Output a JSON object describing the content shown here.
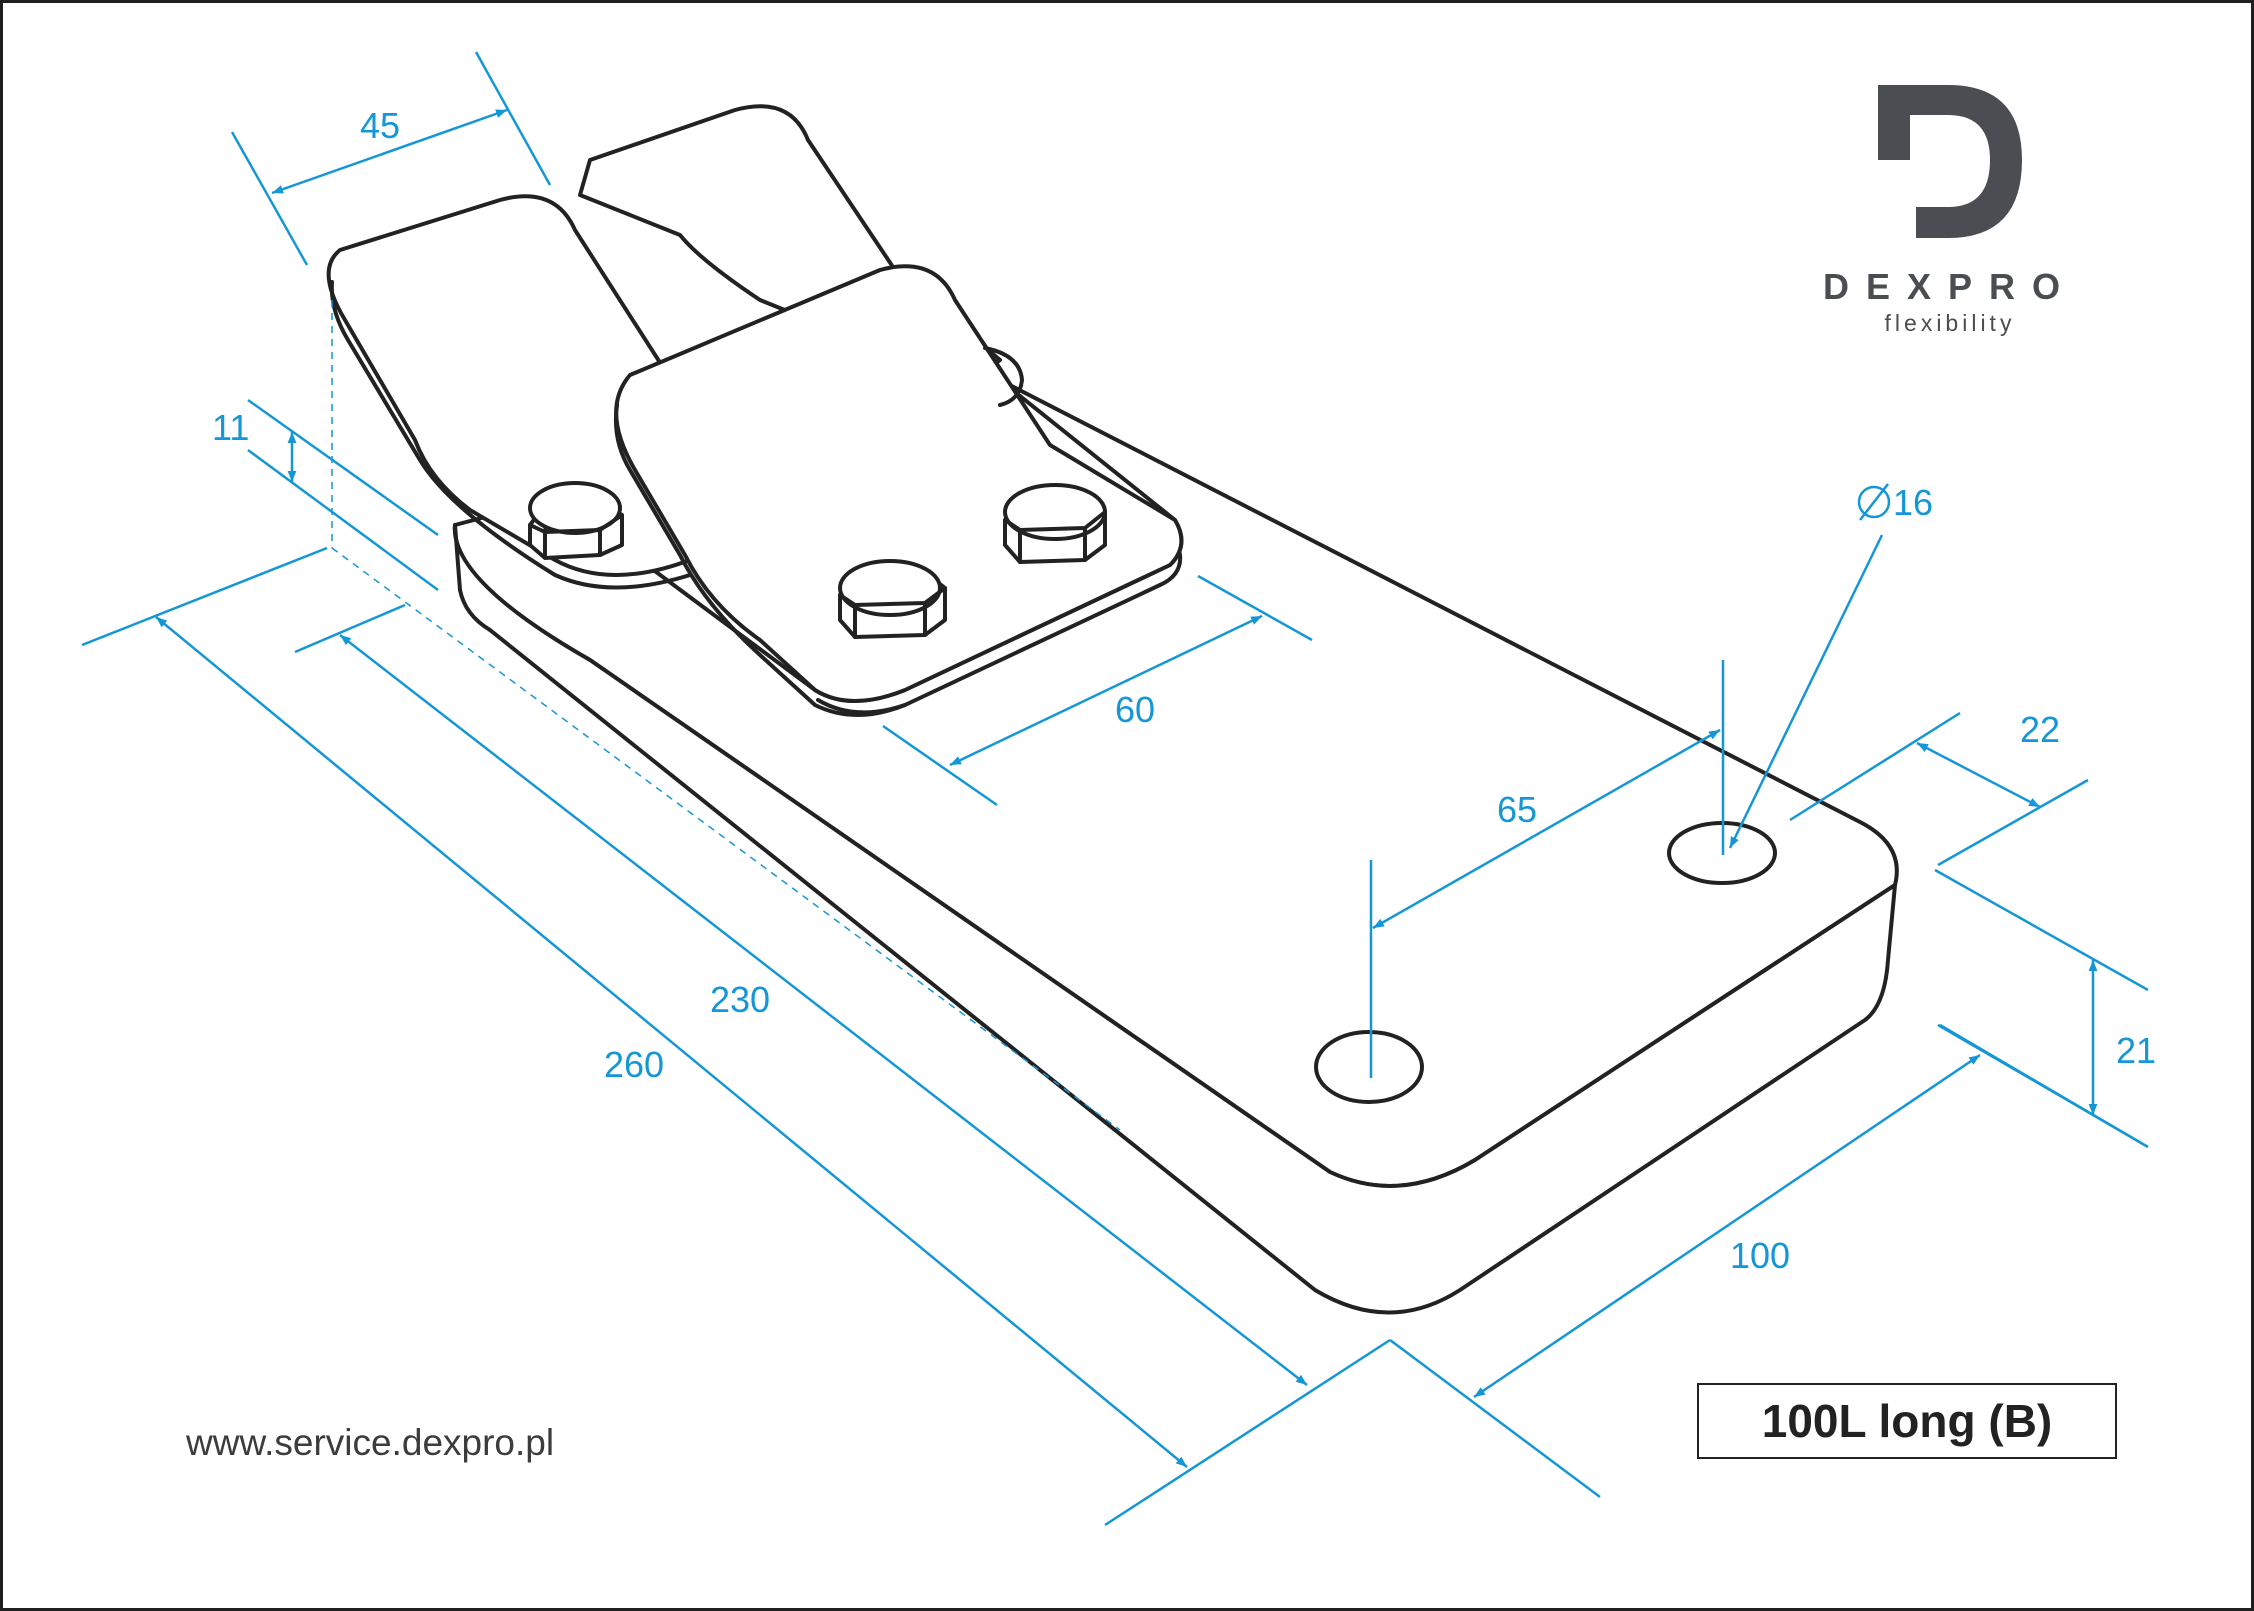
{
  "brand": {
    "name": "DEXPRO",
    "tagline": "flexibility",
    "logo_color": "#4a4d51"
  },
  "product_label": "100L long (B)",
  "website": "www.service.dexpro.pl",
  "colors": {
    "outline": "#222222",
    "dimension": "#1596d6"
  },
  "dimensions": {
    "d45": "45",
    "d11": "11",
    "d60": "60",
    "d16": "16",
    "d65": "65",
    "d22": "22",
    "d21": "21",
    "d230": "230",
    "d260": "260",
    "d100": "100"
  }
}
